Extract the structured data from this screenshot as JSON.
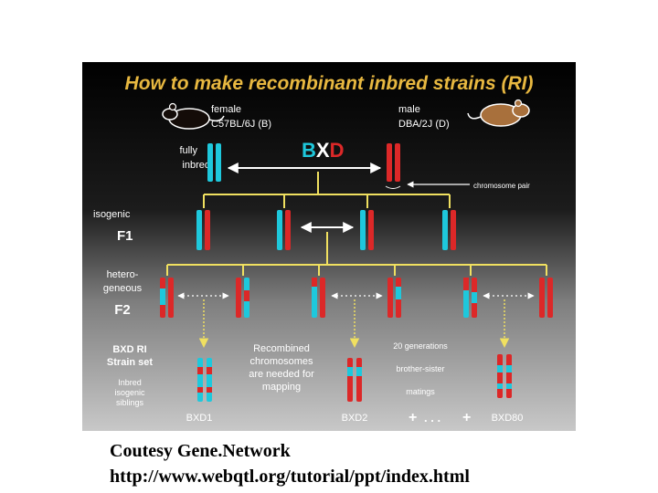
{
  "title": "How to make recombinant inbred strains (RI)",
  "parents": {
    "female_label": "female",
    "female_strain": "C57BL/6J (B)",
    "male_label": "male",
    "male_strain": "DBA/2J (D)",
    "cross": {
      "b": "B",
      "x": "X",
      "d": "D"
    }
  },
  "labels": {
    "fully_inbred_1": "fully",
    "fully_inbred_2": "inbred",
    "chromosome_pair": "chromosome pair",
    "isogenic": "isogenic",
    "f1": "F1",
    "hetero_1": "hetero-",
    "hetero_2": "geneous",
    "f2": "F2",
    "ri_set_1": "BXD RI",
    "ri_set_2": "Strain set",
    "inbred_1": "Inbred",
    "inbred_2": "isogenic",
    "inbred_3": "siblings",
    "recomb_1": "Recombined",
    "recomb_2": "chromosomes",
    "recomb_3": "are needed for",
    "recomb_4": "mapping",
    "gen_1": "20 generations",
    "gen_2": "brother-sister",
    "gen_3": "matings",
    "strain_1": "BXD1",
    "strain_2": "BXD2",
    "strain_80": "BXD80",
    "plus_1": "+",
    "ellipsis": ". . .",
    "plus_2": "+"
  },
  "colors": {
    "b_chromosome": "#1ec8dc",
    "d_chromosome": "#dc2828",
    "connector": "#f0e060",
    "title": "#e8b840",
    "cross_b": "#1ec8dc",
    "cross_x": "#ffffff",
    "cross_d": "#dc2828"
  },
  "icons": [
    "black-mouse-icon",
    "brown-mouse-icon"
  ],
  "caption": {
    "line1": "Coutesy Gene.Network",
    "line2": "http://www.webqtl.org/tutorial/ppt/index.html"
  }
}
